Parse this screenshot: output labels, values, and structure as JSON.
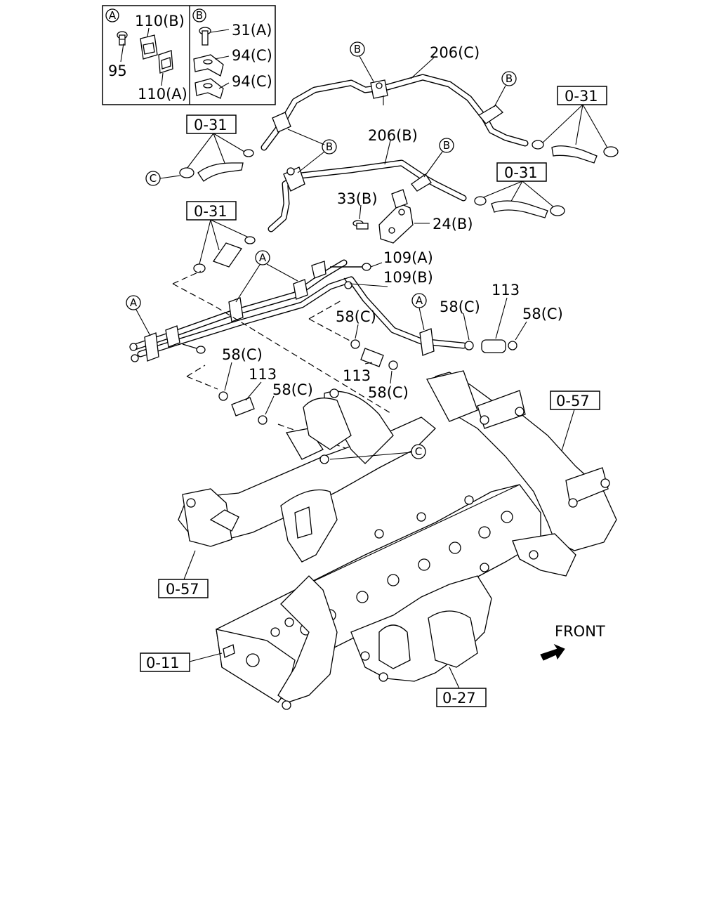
{
  "inset": {
    "panel_a": {
      "marker": "A",
      "label_110b": "110(B)",
      "label_95": "95",
      "label_110a": "110(A)"
    },
    "panel_b": {
      "marker": "B",
      "label_31a": "31(A)",
      "label_94c_1": "94(C)",
      "label_94c_2": "94(C)"
    }
  },
  "callouts": {
    "p206c": "206(C)",
    "p206b": "206(B)",
    "p33b": "33(B)",
    "p24b": "24(B)",
    "p109a": "109(A)",
    "p109b": "109(B)",
    "p58c_upper_right_1": "58(C)",
    "p113_upper_right": "113",
    "p58c_upper_right_2": "58(C)",
    "p58c_mid": "58(C)",
    "p113_mid": "113",
    "p58c_mid_2": "58(C)",
    "p58c_left": "58(C)",
    "p113_left": "113",
    "p58c_left_2": "58(C)"
  },
  "refs": {
    "r031_right": "0-31",
    "r031_left_top": "0-31",
    "r031_mid_right": "0-31",
    "r031_left_mid": "0-31",
    "r057_right": "0-57",
    "r057_left": "0-57",
    "r011": "0-11",
    "r027": "0-27"
  },
  "markers": {
    "b1": "B",
    "b2": "B",
    "b3": "B",
    "b4": "B",
    "a1": "A",
    "a2": "A",
    "a3": "A",
    "c1": "C",
    "c2": "C"
  },
  "front_label": "FRONT"
}
